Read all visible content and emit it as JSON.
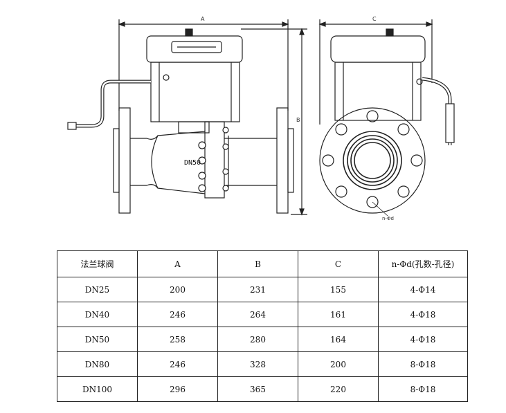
{
  "drawing": {
    "dim_labels": {
      "front_width": "A",
      "side_width": "C",
      "height": "B"
    },
    "body_label": "DN50",
    "hole_label": "n-Φd"
  },
  "table": {
    "headers": [
      "法兰球阀",
      "A",
      "B",
      "C",
      "n-Φd(孔数-孔径)"
    ],
    "rows": [
      [
        "DN25",
        "200",
        "231",
        "155",
        "4-Φ14"
      ],
      [
        "DN40",
        "246",
        "264",
        "161",
        "4-Φ18"
      ],
      [
        "DN50",
        "258",
        "280",
        "164",
        "4-Φ18"
      ],
      [
        "DN80",
        "246",
        "328",
        "200",
        "8-Φ18"
      ],
      [
        "DN100",
        "296",
        "365",
        "220",
        "8-Φ18"
      ]
    ]
  }
}
